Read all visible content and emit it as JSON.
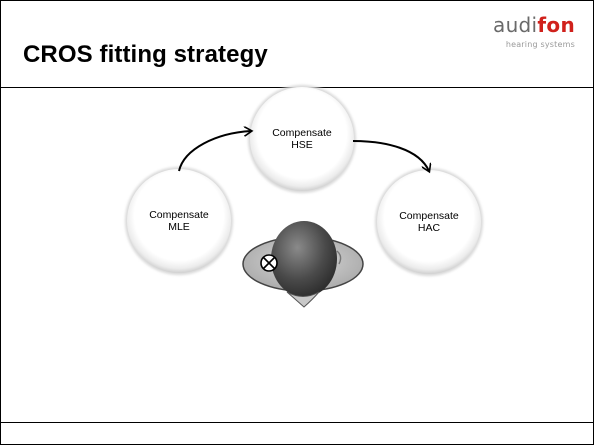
{
  "slide": {
    "title": "CROS fitting strategy"
  },
  "logo": {
    "word_light": "audi",
    "word_bold": "fon",
    "subtitle": "hearing systems",
    "accent_color": "#d0211c"
  },
  "diagram": {
    "nodes": [
      {
        "id": "mle",
        "line1": "Compensate",
        "line2": "MLE"
      },
      {
        "id": "hse",
        "line1": "Compensate",
        "line2": "HSE"
      },
      {
        "id": "hac",
        "line1": "Compensate",
        "line2": "HAC"
      }
    ],
    "arrows": [
      {
        "from": "mle",
        "to": "hse"
      },
      {
        "from": "hse",
        "to": "hac"
      }
    ],
    "illustration": {
      "icon": "head-top-view-icon",
      "marker_icon": "blocked-ear-icon"
    }
  }
}
